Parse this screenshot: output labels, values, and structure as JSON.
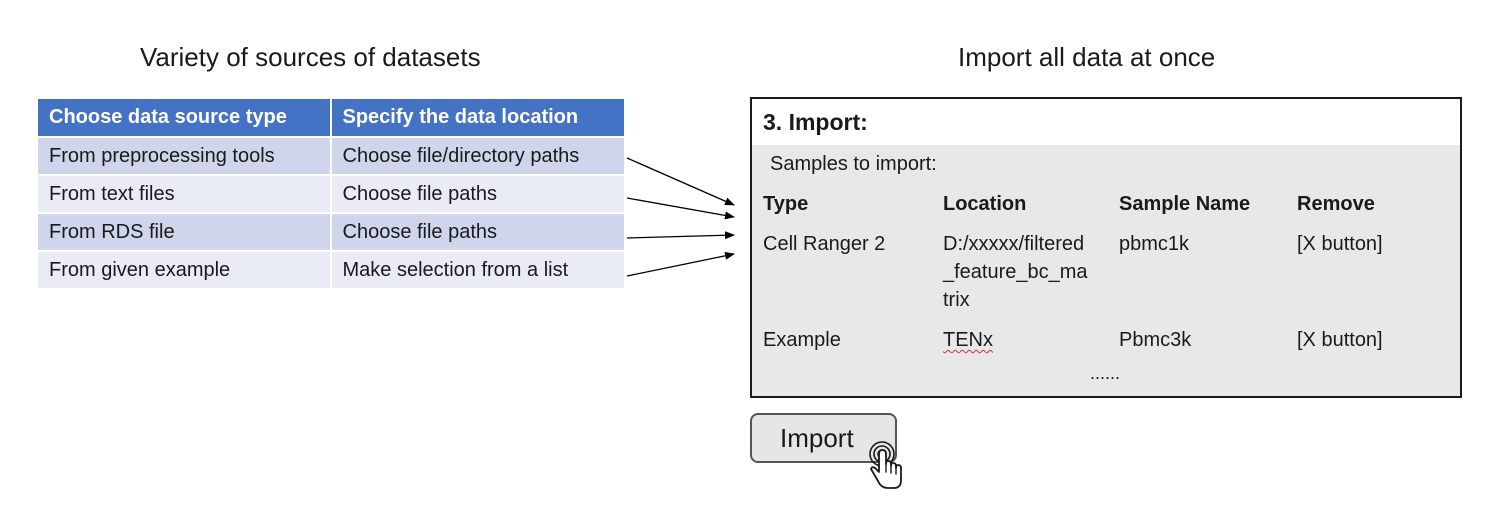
{
  "titles": {
    "left": "Variety of sources of datasets",
    "right": "Import all data at once"
  },
  "source_table": {
    "headers": [
      "Choose data source type",
      "Specify the data location"
    ],
    "rows": [
      [
        "From preprocessing tools",
        "Choose file/directory paths"
      ],
      [
        "From text files",
        "Choose file paths"
      ],
      [
        "From RDS file",
        "Choose file paths"
      ],
      [
        "From given example",
        "Make selection from a list"
      ]
    ],
    "header_color": "#4472c4",
    "row_colors": [
      "#cfd5ea",
      "#e9ebf5"
    ]
  },
  "import_panel": {
    "header": "3. Import:",
    "samples_label": "Samples to import:",
    "columns": [
      "Type",
      "Location",
      "Sample Name",
      "Remove"
    ],
    "rows": [
      {
        "type": "Cell Ranger 2",
        "location": "D:/xxxxx/filtered_feature_bc_matrix",
        "sample_name": "pbmc1k",
        "remove": "[X button]"
      },
      {
        "type": "Example",
        "location": "TENx",
        "sample_name": "Pbmc3k",
        "remove": "[X button]"
      }
    ],
    "ellipsis": "......"
  },
  "import_button": {
    "label": "Import"
  },
  "icons": {
    "cursor": "hand-pointer-click-icon",
    "arrow": "arrow-right-icon"
  }
}
